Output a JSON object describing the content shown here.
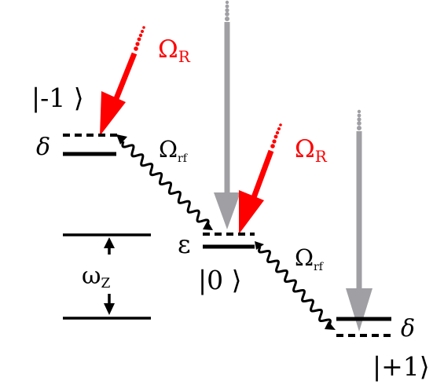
{
  "colors": {
    "laser_red": "#ff0000",
    "pump_gray": "#a0a0a4",
    "line_black": "#000000",
    "background": "#ffffff"
  },
  "labels": {
    "state_minus1": "|-1 ⟩",
    "state_0": "|0 ⟩",
    "state_plus1": "|+1⟩",
    "delta_left": "δ",
    "delta_right": "δ",
    "epsilon": "ε",
    "omega_R_main": "Ω",
    "omega_R_sub": "R",
    "omega_rf_main": "Ω",
    "omega_rf_sub": "rf",
    "omega_z_main": "ω",
    "omega_z_sub": "Z"
  }
}
